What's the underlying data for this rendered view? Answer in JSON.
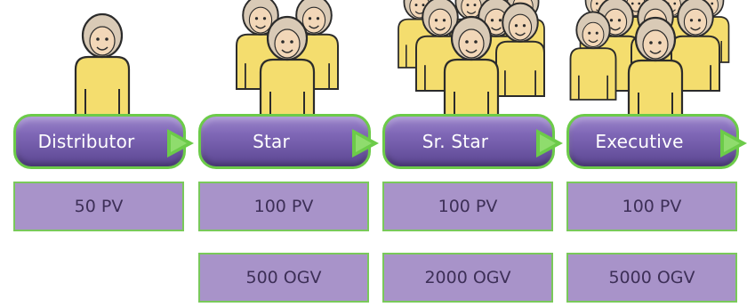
{
  "colors": {
    "pill": "#7f67b6",
    "pill_border": "#6ccb49",
    "arrow": "#6ccb49",
    "box_fill": "#a893c9",
    "box_border": "#79c95a",
    "box_text": "#3d2f57",
    "person_body": "#f4dd6e",
    "person_hair": "#d9cab6",
    "person_face": "#f2d7b8"
  },
  "icons": {
    "person": "person-icon",
    "arrow": "play-arrow-icon"
  },
  "levels": [
    {
      "label": "Distributor",
      "pv": "50 PV",
      "ogv": "",
      "people": 1
    },
    {
      "label": "Star",
      "pv": "100 PV",
      "ogv": "500 OGV",
      "people": 3
    },
    {
      "label": "Sr. Star",
      "pv": "100 PV",
      "ogv": "2000 OGV",
      "people": 7
    },
    {
      "label": "Executive",
      "pv": "100 PV",
      "ogv": "5000 OGV",
      "people": 9
    }
  ]
}
